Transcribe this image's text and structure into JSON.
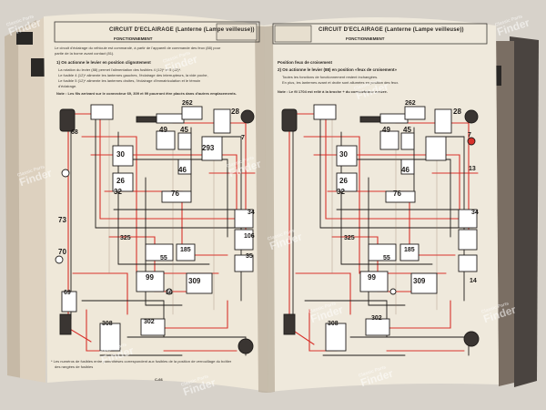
{
  "left_page": {
    "title": "CIRCUIT D'ECLAIRAGE (Lanterne (Lampe veilleuse))",
    "subtitle": "FONCTIONNEMENT",
    "intro": "Le circuit d'éclairage du véhicule est commandé, à partir de l'appareil de commande des feux (88) pour",
    "intro2": "partie de la borne avant contact (81).",
    "step1": "1) On actionne le levier en position clignotement",
    "step1a": "La rotation du levier (88) permet l'alimentation des fusibles 4 (12)* et 5 (12)*.",
    "step1b": "Le fusible 4 (12)* alimente les lanternes gauches, l'éclairage des interrupteurs, la vide poche,",
    "step1c": "Le fusible 5 (12)* alimente les lanternes droites, l'éclairage d'immatriculation et le témoin",
    "step1d": "d'éclairage.",
    "note": "Note : Les fils arrivant sur le connecteur 69, 309 et 99 pourront être placés dans d'autres emplacements.",
    "labels": [
      "262",
      "28",
      "68",
      "49",
      "45",
      "293",
      "30",
      "26",
      "7",
      "46",
      "32",
      "76",
      "73",
      "34",
      "325",
      "106",
      "185",
      "70",
      "55",
      "35",
      "99",
      "309",
      "69",
      "56",
      "308",
      "302"
    ],
    "footnote": "* Les numéros de fusibles entre parenthèses correspondent aux fusibles de la position de verrouillage du boîtier",
    "footnote2": "des rangées de fusibles",
    "page_no": "C-66"
  },
  "right_page": {
    "title": "CIRCUIT D'ECLAIRAGE (Lanterne (Lampe veilleuse))",
    "subtitle": "FONCTIONNEMENT",
    "section": "Position feux de croisement",
    "step2": "2) On actionne le levier (88) en position «feux de croisement»",
    "step2a": "Toutes les fonctions de fonctionnement restent inchangées.",
    "step2b": "En plus, les lanternes avant et droite sont allumées en position des feux.",
    "note": "Note : Le fil 1704 est relié à la broche + du commutateur arrière.",
    "labels": [
      "262",
      "28",
      "49",
      "45",
      "30",
      "26",
      "7",
      "46",
      "13",
      "76",
      "32",
      "34",
      "325",
      "185",
      "55",
      "99",
      "309",
      "14",
      "302",
      "308"
    ],
    "page_no": ""
  },
  "watermark": {
    "line1": "Classic Parts",
    "line2": "Finder"
  },
  "colors": {
    "wire_red": "#d8322c",
    "wire_black": "#1f1c1a",
    "paper": "#efe9dc",
    "tab": "#2a2826"
  }
}
